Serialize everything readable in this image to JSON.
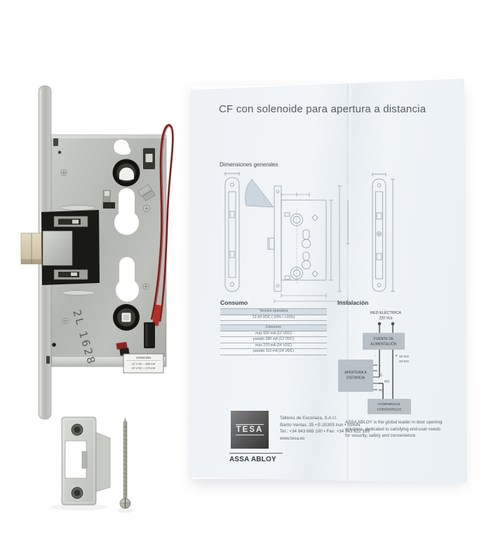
{
  "colors": {
    "paper": "#eef2f5",
    "wire_red": "#7d1f1a",
    "metal": "#bfc1bd",
    "black_part": "#1a1a18",
    "diagram_box_gray": "#b8c1c7"
  },
  "lock": {
    "stamp": "2L 1628",
    "label_title": "ATENCIÓN",
    "label_line1": "12 V DC – 550 mA",
    "label_line2": "24 V DC – 270 mA"
  },
  "leaflet": {
    "title": "CF con solenoide para apertura a distancia",
    "dimensions_heading": "Dimensiones generales",
    "consumo": {
      "heading": "Consumo",
      "table": {
        "header1": "Tensión operativa",
        "value1": "12-24 VDC (-10% / +15%)",
        "header2": "Consumo",
        "rows": [
          "máx 550 mA (12 VDC)",
          "parado 280 mA (12 VDC)",
          "máx 270 mA (24 VDC)",
          "parado 110 mA (24 VDC)"
        ]
      }
    },
    "instalacion": {
      "heading": "Instalación",
      "red_electrica": "RED ELÉCTRICA",
      "voltage": "220 Vca",
      "fuente1": "FUENTE DE",
      "fuente2": "ALIMENTACIÓN",
      "dc1": "12 Vcc",
      "dc2": "24 Vcc",
      "minus": "-",
      "plus": "+",
      "apertura1": "APERTURA A",
      "apertura2": "DISTANCIA",
      "terminals": [
        "+",
        "-",
        "C",
        "NO",
        "NC"
      ],
      "model1": "CF65R5R51CE",
      "model2": "CF6NP65R51CE"
    },
    "footer": {
      "logo_text": "TESA",
      "brand": "ASSA ABLOY",
      "address": [
        "Talleres de Escoriaza, S.A.U.",
        "Barrio Ventas, 35 • E-20305 Irun • SPAIN",
        "Tel.: +34 943 669 100 • Fax: +34 943 622 189",
        "www.tesa.es"
      ],
      "tagline": [
        "ASSA ABLOY is the global leader in door opening",
        "solutions, dedicated to satisfying end-user needs",
        "for security, safety and convenience."
      ]
    }
  }
}
